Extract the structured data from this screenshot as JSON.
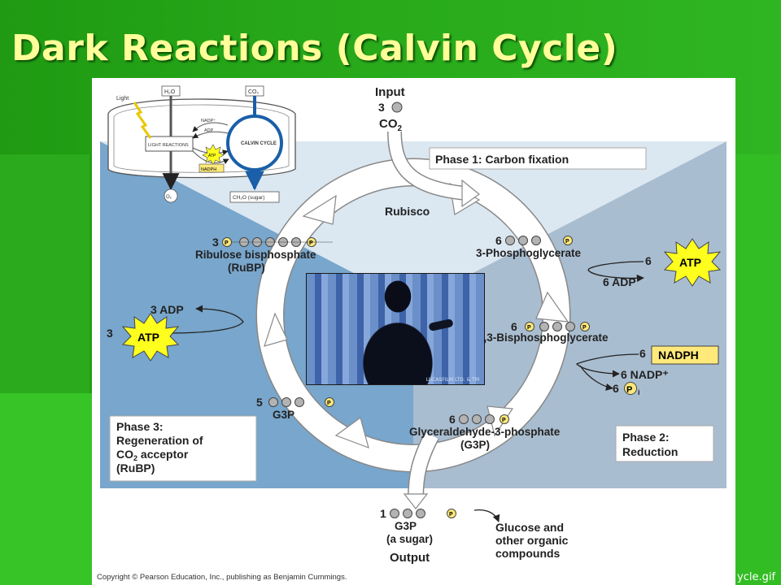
{
  "slide": {
    "title": "Dark Reactions (Calvin Cycle)",
    "filename_fragment": "ycle.gif"
  },
  "figure": {
    "inset": {
      "light": "Light",
      "h2o": "H₂O",
      "co2": "CO₂",
      "nadp": "NADP⁺",
      "adp": "ADP",
      "light_reactions": "LIGHT REACTIONS",
      "atp": "ATP",
      "nadph": "NADPH",
      "calvin_cycle": "CALVIN CYCLE",
      "o2": "O₂",
      "sugar": "CH₂O (sugar)"
    },
    "input": {
      "heading": "Input",
      "count": "3",
      "molecule": "CO",
      "subscript": "2"
    },
    "phase1": "Phase 1: Carbon fixation",
    "rubisco": "Rubisco",
    "phosphate_symbol": "P",
    "rubp": {
      "count": "3",
      "name": "Ribulose bisphosphate",
      "abbr": "(RuBP)"
    },
    "pga": {
      "count": "6",
      "name": "3-Phosphoglycerate"
    },
    "atp_in": {
      "count": "6",
      "label": "ATP"
    },
    "adp_out": "6 ADP",
    "bpg": {
      "count": "6",
      "name": "1,3-Bisphosphoglycerate"
    },
    "nadph_in": {
      "count": "6",
      "label": "NADPH"
    },
    "nadp_out": "6 NADP⁺",
    "pi_out": {
      "count": "6",
      "subscript": "i"
    },
    "g3p_chain": {
      "count": "6",
      "name": "Glyceraldehyde-3-phosphate",
      "abbr": "(G3P)"
    },
    "phase2": {
      "line1": "Phase 2:",
      "line2": "Reduction"
    },
    "g3p_recycle": {
      "count": "5",
      "name": "G3P"
    },
    "regen_adp": "3 ADP",
    "regen_atp": {
      "count": "3",
      "label": "ATP"
    },
    "phase3": {
      "line1": "Phase 3:",
      "line2": "Regeneration of",
      "line3_main": "CO",
      "line3_sub": "2",
      "line3_rest": " acceptor",
      "line4": "(RuBP)"
    },
    "output": {
      "count": "1",
      "name": "G3P",
      "qualifier": "(a sugar)",
      "heading": "Output",
      "products_line1": "Glucose and",
      "products_line2": "other organic",
      "products_line3": "compounds"
    },
    "copyright": "Copyright © Pearson Education, Inc., publishing as Benjamin Cummings."
  },
  "photo": {
    "caption": "LUCASFILM LTD. & TM"
  },
  "colors": {
    "slide_green": "#27a81a",
    "title_yellow": "#ffff99",
    "phase3_blue": "#78a6cc",
    "phase2_gray": "#a9bdd0",
    "phase1_light": "#dbe7f1",
    "atp_yellow": "#ffff1e",
    "nadph_yellow": "#ffe97a"
  }
}
